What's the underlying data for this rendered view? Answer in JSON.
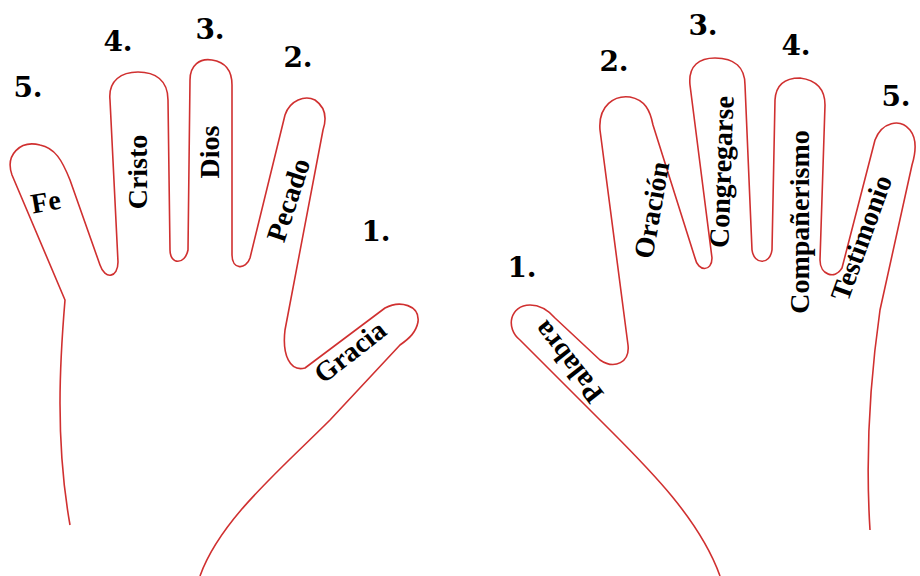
{
  "diagram": {
    "labels": [
      "5.",
      "4.",
      "3.",
      "2.",
      "1.",
      "Fe",
      "Cristo",
      "Dios",
      "Pecado",
      "Gracia",
      "1.",
      "2.",
      "3.",
      "4.",
      "5.",
      "Palabra",
      "Oración",
      "Congregarse",
      "Compañerismo",
      "Testimonio"
    ]
  }
}
